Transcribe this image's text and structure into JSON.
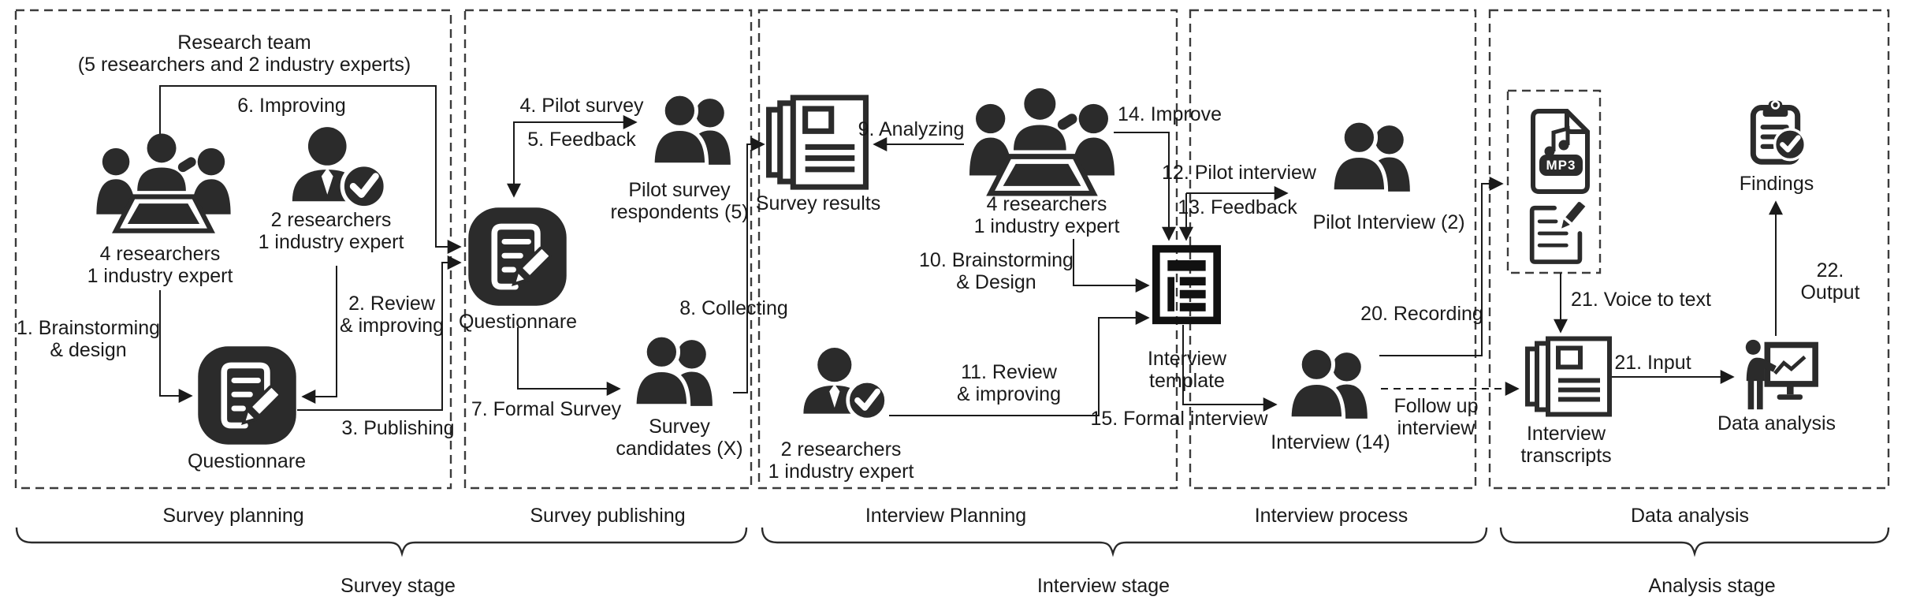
{
  "sections": [
    {
      "id": "survey-planning",
      "label": "Survey planning"
    },
    {
      "id": "survey-publishing",
      "label": "Survey publishing"
    },
    {
      "id": "interview-planning",
      "label": "Interview Planning"
    },
    {
      "id": "interview-process",
      "label": "Interview process"
    },
    {
      "id": "data-analysis",
      "label": "Data analysis"
    }
  ],
  "stages": [
    {
      "id": "survey-stage",
      "label": "Survey stage"
    },
    {
      "id": "interview-stage",
      "label": "Interview stage"
    },
    {
      "id": "analysis-stage",
      "label": "Analysis stage"
    }
  ],
  "nodes": {
    "research_team": {
      "label": "Research team\n(5 researchers and 2 industry experts)"
    },
    "team_meeting_1": {
      "label": "4 researchers\n1 industry expert"
    },
    "expert_review_1": {
      "label": "2 researchers\n1 industry expert"
    },
    "questionnaire_1": {
      "label": "Questionnare"
    },
    "questionnaire_2": {
      "label": "Questionnare"
    },
    "pilot_respondents": {
      "label": "Pilot survey\nrespondents (5)"
    },
    "survey_candidates": {
      "label": "Survey\ncandidates (X)"
    },
    "survey_results": {
      "label": "Survey results"
    },
    "team_meeting_2": {
      "label": "4 researchers\n1 industry expert"
    },
    "expert_review_2": {
      "label": "2 researchers\n1 industry expert"
    },
    "interview_template": {
      "label": "Interview\ntemplate"
    },
    "pilot_interview": {
      "label": "Pilot Interview (2)"
    },
    "interview": {
      "label": "Interview (14)"
    },
    "audio_files": {
      "badge": "MP3"
    },
    "interview_transcripts": {
      "label": "Interview\ntranscripts"
    },
    "data_analysis": {
      "label": "Data analysis"
    },
    "findings": {
      "label": "Findings"
    }
  },
  "steps": {
    "s1": "1. Brainstorming\n& design",
    "s2": "2. Review\n& improving",
    "s3": "3. Publishing",
    "s4": "4. Pilot survey",
    "s5": "5. Feedback",
    "s6": "6. Improving",
    "s7": "7. Formal Survey",
    "s8": "8. Collecting",
    "s9": "9. Analyzing",
    "s10": "10. Brainstorming\n& Design",
    "s11": "11. Review\n& improving",
    "s12": "12. Pilot interview",
    "s13": "13. Feedback",
    "s14": "14. Improve",
    "s15": "15. Formal interview",
    "s20": "20. Recording",
    "s21_voice": "21. Voice to text",
    "s21_input": "21. Input",
    "s22": "22. Output",
    "follow_up": "Follow up\ninterview"
  },
  "colors": {
    "ink": "#1a1a1a",
    "icon": "#2b2b2b",
    "background": "#ffffff"
  }
}
